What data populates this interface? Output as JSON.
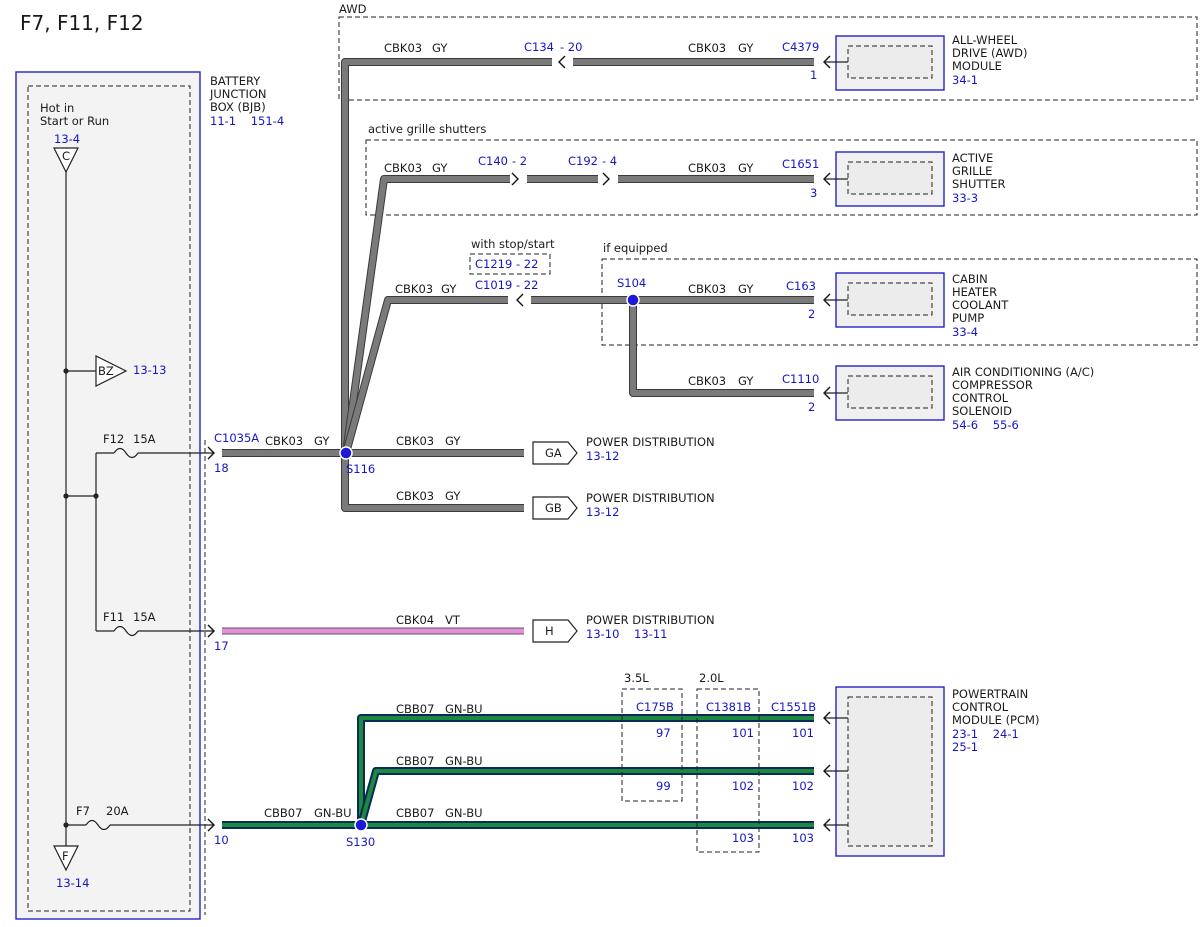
{
  "title": "F7, F11, F12",
  "bjb": {
    "name": [
      "BATTERY",
      "JUNCTION",
      "BOX (BJB)"
    ],
    "refs": "11-1    151-4",
    "hot_label": [
      "Hot in",
      "Start or Run"
    ],
    "hot_ref": "13-4",
    "tri_top": "C",
    "tri_bottom": "F",
    "tri_bottom_ref": "13-14",
    "bz_label": "BZ",
    "bz_ref": "13-13"
  },
  "fuses": [
    {
      "name": "F12",
      "amps": "15A",
      "pin": "18"
    },
    {
      "name": "F11",
      "amps": "15A",
      "pin": "17"
    },
    {
      "name": "F7",
      "amps": "20A",
      "pin": "10"
    }
  ],
  "bjb_connector": "C1035A",
  "groups": {
    "awd": "AWD",
    "grille": "active grille shutters",
    "stopstart": "with stop/start",
    "if_equipped": "if equipped",
    "l35": "3.5L",
    "l20": "2.0L"
  },
  "wires": {
    "cbk03": "CBK03",
    "cbk04": "CBK04",
    "cbb07": "CBB07",
    "gy": "GY",
    "vt": "VT",
    "gnbu": "GN-BU"
  },
  "inline_connectors": {
    "c134": "C134",
    "c134_pin": "- 20",
    "c140": "C140",
    "c140_pin": "- 2",
    "c192": "C192",
    "c192_pin": "- 4",
    "c1219": "C1219",
    "c1219_pin": "- 22",
    "c1019": "C1019",
    "c1019_pin": "- 22",
    "c175b": "C175B",
    "c1381b": "C1381B",
    "c1551b": "C1551B"
  },
  "splices": {
    "s116": "S116",
    "s104": "S104",
    "s130": "S130"
  },
  "components": {
    "awd": {
      "name": [
        "ALL-WHEEL",
        "DRIVE (AWD)",
        "MODULE"
      ],
      "ref": "34-1",
      "connector": "C4379",
      "pin": "1"
    },
    "grille": {
      "name": [
        "ACTIVE",
        "GRILLE",
        "SHUTTER"
      ],
      "ref": "33-3",
      "connector": "C1651",
      "pin": "3"
    },
    "heater": {
      "name": [
        "CABIN",
        "HEATER",
        "COOLANT",
        "PUMP"
      ],
      "ref": "33-4",
      "connector": "C163",
      "pin": "2"
    },
    "ac": {
      "name": [
        "AIR CONDITIONING (A/C)",
        "COMPRESSOR",
        "CONTROL",
        "SOLENOID"
      ],
      "ref": "54-6    55-6",
      "connector": "C1110",
      "pin": "2"
    },
    "pcm": {
      "name": [
        "POWERTRAIN",
        "CONTROL",
        "MODULE (PCM)"
      ],
      "ref1": "23-1    24-1",
      "ref2": "25-1"
    }
  },
  "pcm_pins": {
    "c175b": [
      "97",
      "99"
    ],
    "c1381b": [
      "101",
      "102",
      "103"
    ],
    "c1551b": [
      "101",
      "102",
      "103"
    ]
  },
  "power_dist": {
    "label": "POWER DISTRIBUTION",
    "ga": {
      "flag": "GA",
      "ref": "13-12"
    },
    "gb": {
      "flag": "GB",
      "ref": "13-12"
    },
    "h": {
      "flag": "H",
      "ref": "13-10    13-11"
    }
  }
}
